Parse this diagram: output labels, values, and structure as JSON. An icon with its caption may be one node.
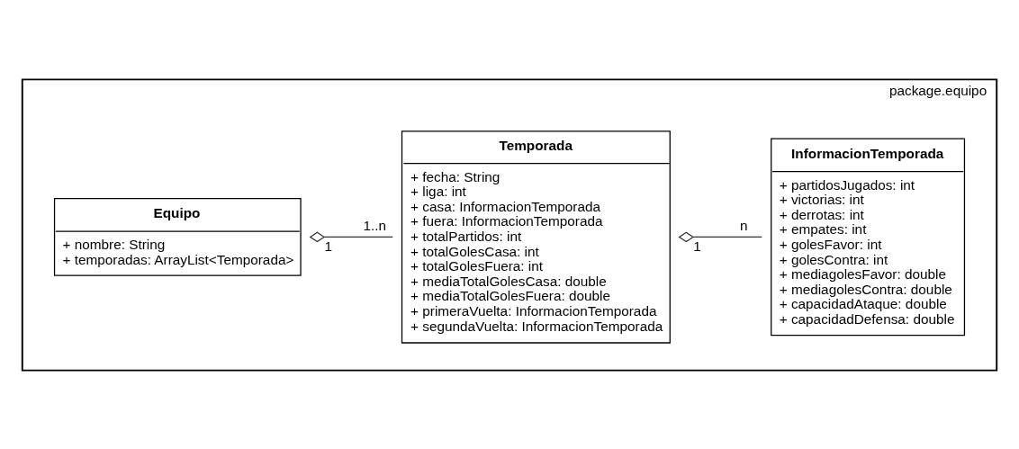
{
  "diagram": {
    "nodes": [
      {
        "text": [
          "package.equipo"
        ]
      },
      {
        "text": [
          "Equipo",
          "+ nombre: String",
          "+ temporadas: ArrayList<Temporada>"
        ],
        "in": 0
      },
      {
        "text": [
          "Temporada",
          "+ fecha: String",
          "+ liga: int",
          "+ casa: InformacionTemporada",
          "+ fuera: InformacionTemporada",
          "+ totalPartidos: int",
          "+ totalGolesCasa: int",
          "+ totalGolesFuera: int",
          "+ mediaTotalGolesCasa: double",
          "+ mediaTotalGolesFuera: double",
          "+ primeraVuelta: InformacionTemporada",
          "+ segundaVuelta: InformacionTemporada"
        ],
        "in": 0
      },
      {
        "text": [
          "InformacionTemporada",
          "+ partidosJugados: int",
          "+ victorias: int",
          "+ derrotas: int",
          "+ empates: int",
          "+ golesFavor: int",
          "+ golesContra: int",
          "+ mediagolesFavor: double",
          "+ mediagolesContra: double",
          "+ capacidadAtaque: double",
          "+ capacidadDefensa: double"
        ],
        "in": 0
      }
    ],
    "edges": [
      {
        "from": 1,
        "to": 2,
        "arrow": "other"
      },
      {
        "from": 2,
        "to": 3,
        "arrow": "other"
      }
    ],
    "labels": [
      "1",
      "1..n",
      "1",
      "n"
    ]
  }
}
